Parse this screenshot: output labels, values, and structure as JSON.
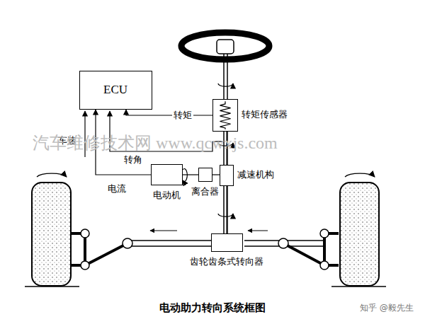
{
  "diagram": {
    "title": "电动助力转向系统框图",
    "nodes": [
      {
        "text": [
          "ECU"
        ]
      },
      {
        "text": [
          "转矩传感器"
        ]
      },
      {
        "text": [
          "电动机"
        ]
      },
      {
        "text": [
          "离合器"
        ]
      },
      {
        "text": [
          "减速机构"
        ]
      },
      {
        "text": [
          "齿轮齿条式转向器"
        ]
      }
    ],
    "edges": [
      {
        "from": 1,
        "to": 0,
        "arrow": "to",
        "label": "转矩"
      },
      {
        "from": 2,
        "to": 0,
        "arrow": "to",
        "label": "电流"
      },
      {
        "from": 2,
        "to": 3,
        "arrow": "none"
      },
      {
        "from": 3,
        "to": 4,
        "arrow": "none"
      },
      {
        "from": 1,
        "to": 4,
        "arrow": "none"
      },
      {
        "from": 4,
        "to": 5,
        "arrow": "none"
      }
    ],
    "labels": [
      "车速",
      "转角",
      "汽车维修技术网 www.qcwxjs.com",
      "知乎 @毅先生"
    ]
  }
}
